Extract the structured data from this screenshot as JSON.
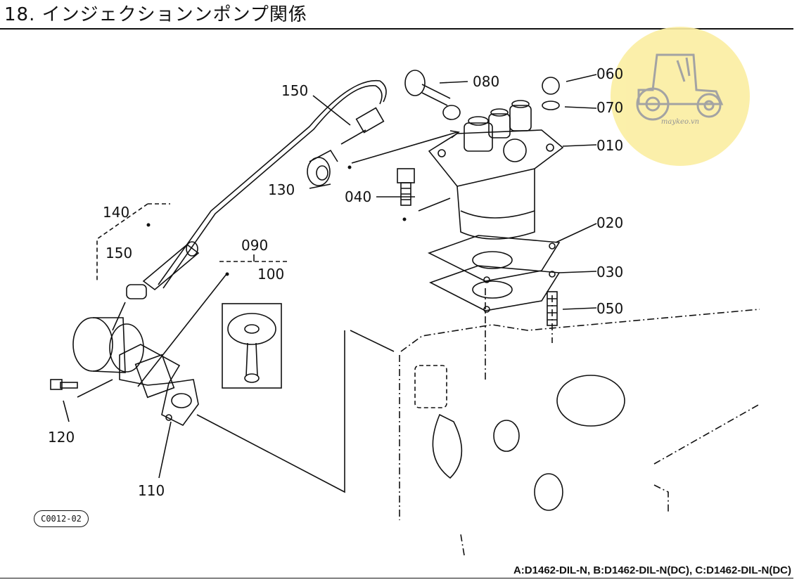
{
  "title": "18. インジェクションンポンプ関係",
  "footer": "A:D1462-DIL-N,  B:D1462-DIL-N(DC),  C:D1462-DIL-N(DC)",
  "code": "C0012-02",
  "watermark": {
    "text": "maykeo.vn",
    "color": "#fbeea1"
  },
  "parts": {
    "p010": "010",
    "p020": "020",
    "p030": "030",
    "p040": "040",
    "p050": "050",
    "p060": "060",
    "p070": "070",
    "p080": "080",
    "p090": "090",
    "p100": "100",
    "p110": "110",
    "p120": "120",
    "p130": "130",
    "p140": "140",
    "p150a": "150",
    "p150b": "150"
  }
}
